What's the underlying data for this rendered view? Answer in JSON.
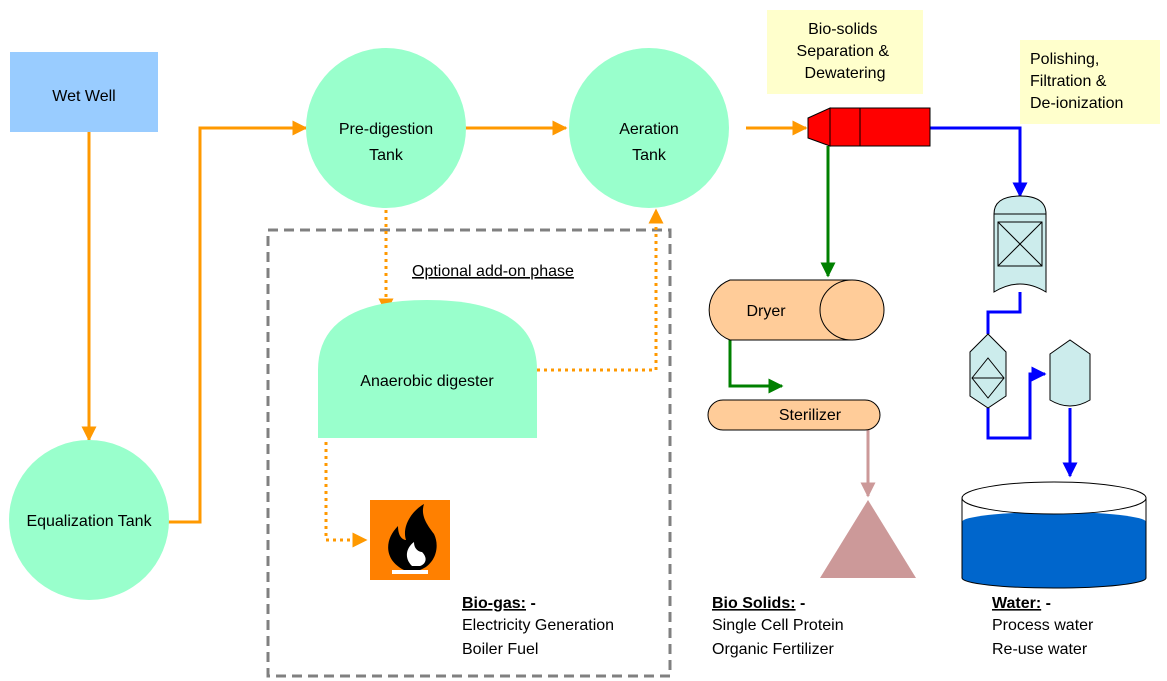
{
  "nodes": {
    "wet_well": "Wet Well",
    "equalization_tank": "Equalization Tank",
    "pre_digestion_line1": "Pre-digestion",
    "pre_digestion_line2": "Tank",
    "aeration_line1": "Aeration",
    "aeration_line2": "Tank",
    "anaerobic_digester": "Anaerobic digester",
    "dryer": "Dryer",
    "sterilizer": "Sterilizer"
  },
  "optional_phase_label": "Optional add-on phase",
  "callouts": {
    "biosolids_sep": [
      "Bio-solids",
      "Separation &",
      "Dewatering"
    ],
    "polishing": [
      "Polishing,",
      "Filtration &",
      "De-ionization"
    ]
  },
  "outputs": {
    "biogas": {
      "title": "Bio-gas:",
      "suffix": " -",
      "items": [
        "Electricity Generation",
        "Boiler Fuel"
      ]
    },
    "biosolids": {
      "title": "Bio Solids:",
      "suffix": " -",
      "items": [
        "Single Cell Protein",
        "Organic Fertilizer"
      ]
    },
    "water": {
      "title": "Water:",
      "suffix": " -",
      "items": [
        "Process water",
        "Re-use water"
      ]
    }
  },
  "colors": {
    "wet_well": "#99ccff",
    "tank": "#99ffcc",
    "callout": "#ffffcc",
    "orange_flow": "#ff9900",
    "blue_flow": "#0000ff",
    "green_flow": "#008000",
    "pink_flow": "#cc9999",
    "separator": "#ff0000",
    "dryer": "#ffcc99",
    "column": "#ccecec",
    "pile": "#cc9999",
    "water": "#0066cc",
    "flame_box": "#ff8000"
  }
}
